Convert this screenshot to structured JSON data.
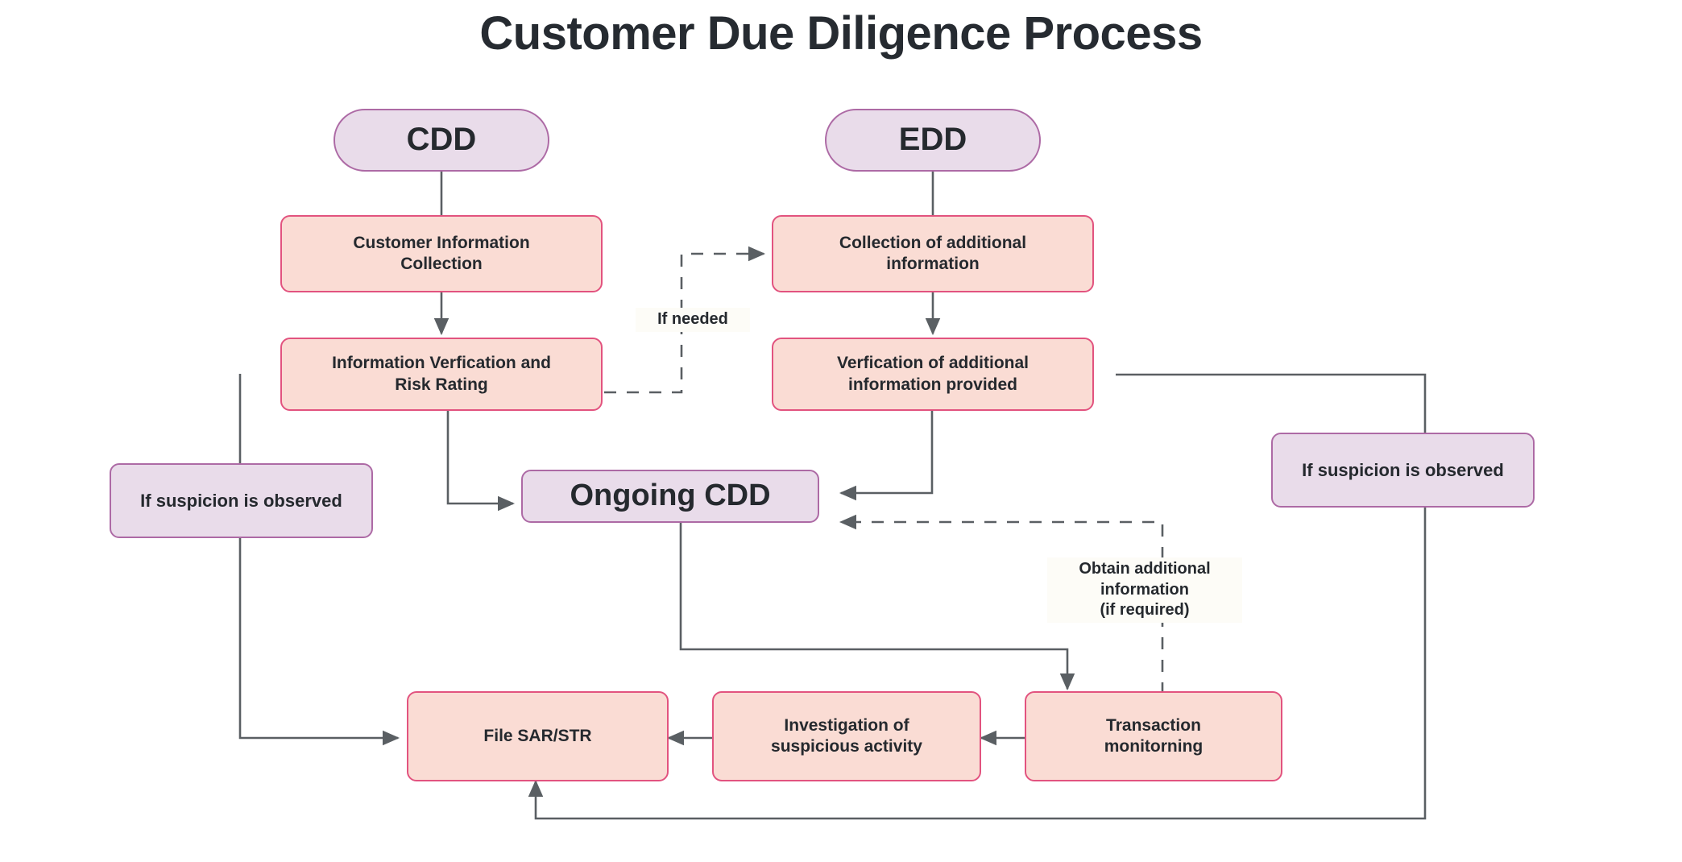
{
  "title": "Customer Due Diligence Process",
  "colors": {
    "process_fill": "#fadcd4",
    "process_border": "#e2537f",
    "decision_fill": "#e9dcea",
    "decision_border": "#ad6aa5",
    "edge": "#5a5f63",
    "text": "#25292e",
    "background": "#ffffff"
  },
  "nodes": {
    "cdd": "CDD",
    "edd": "EDD",
    "customer_information_collection": "Customer Information\nCollection",
    "information_verification_and_risk_rating": "Information Verfication and\nRisk Rating",
    "collection_of_additional_information": "Collection of additional\ninformation",
    "verification_of_additional_information_provided": "Verfication of additional\ninformation provided",
    "ongoing_cdd": "Ongoing CDD",
    "if_suspicion_is_observed_left": "If suspicion is observed",
    "if_suspicion_is_observed_right": "If suspicion is observed",
    "file_sar_str": "File SAR/STR",
    "investigation_of_suspicious_activity": "Investigation of\nsuspicious activity",
    "transaction_monitoring": "Transaction\nmonitorning"
  },
  "edge_labels": {
    "if_needed": "If needed",
    "obtain_additional_information": "Obtain additional\ninformation\n(if required)"
  },
  "chart_data": {
    "type": "diagram",
    "title": "Customer Due Diligence Process",
    "nodes": [
      {
        "id": "cdd",
        "label": "CDD",
        "shape": "pill",
        "style": "decision"
      },
      {
        "id": "edd",
        "label": "EDD",
        "shape": "pill",
        "style": "decision"
      },
      {
        "id": "customer_information_collection",
        "label": "Customer Information Collection",
        "shape": "rounded-rect",
        "style": "process"
      },
      {
        "id": "information_verification_and_risk_rating",
        "label": "Information Verfication and Risk Rating",
        "shape": "rounded-rect",
        "style": "process"
      },
      {
        "id": "collection_of_additional_information",
        "label": "Collection of additional information",
        "shape": "rounded-rect",
        "style": "process"
      },
      {
        "id": "verification_of_additional_information_provided",
        "label": "Verfication of additional information provided",
        "shape": "rounded-rect",
        "style": "process"
      },
      {
        "id": "ongoing_cdd",
        "label": "Ongoing CDD",
        "shape": "rounded-rect",
        "style": "decision"
      },
      {
        "id": "if_suspicion_is_observed_left",
        "label": "If suspicion is observed",
        "shape": "rounded-rect",
        "style": "decision"
      },
      {
        "id": "if_suspicion_is_observed_right",
        "label": "If suspicion is observed",
        "shape": "rounded-rect",
        "style": "decision"
      },
      {
        "id": "file_sar_str",
        "label": "File SAR/STR",
        "shape": "rounded-rect",
        "style": "process"
      },
      {
        "id": "investigation_of_suspicious_activity",
        "label": "Investigation of suspicious activity",
        "shape": "rounded-rect",
        "style": "process"
      },
      {
        "id": "transaction_monitoring",
        "label": "Transaction monitorning",
        "shape": "rounded-rect",
        "style": "process"
      }
    ],
    "edges": [
      {
        "from": "cdd",
        "to": "customer_information_collection",
        "style": "solid",
        "arrow": false
      },
      {
        "from": "customer_information_collection",
        "to": "information_verification_and_risk_rating",
        "style": "solid",
        "arrow": true
      },
      {
        "from": "edd",
        "to": "collection_of_additional_information",
        "style": "solid",
        "arrow": false
      },
      {
        "from": "collection_of_additional_information",
        "to": "verification_of_additional_information_provided",
        "style": "solid",
        "arrow": true
      },
      {
        "from": "information_verification_and_risk_rating",
        "to": "collection_of_additional_information",
        "style": "dashed",
        "arrow": true,
        "label": "If needed"
      },
      {
        "from": "information_verification_and_risk_rating",
        "to": "ongoing_cdd",
        "style": "solid",
        "arrow": true
      },
      {
        "from": "verification_of_additional_information_provided",
        "to": "ongoing_cdd",
        "style": "solid",
        "arrow": true
      },
      {
        "from": "information_verification_and_risk_rating",
        "to": "file_sar_str",
        "style": "solid",
        "arrow": true,
        "label": "If suspicion is observed"
      },
      {
        "from": "verification_of_additional_information_provided",
        "to": "file_sar_str",
        "style": "solid",
        "arrow": true,
        "label": "If suspicion is observed"
      },
      {
        "from": "ongoing_cdd",
        "to": "transaction_monitoring",
        "style": "solid",
        "arrow": true
      },
      {
        "from": "transaction_monitoring",
        "to": "investigation_of_suspicious_activity",
        "style": "solid",
        "arrow": true
      },
      {
        "from": "investigation_of_suspicious_activity",
        "to": "file_sar_str",
        "style": "solid",
        "arrow": true
      },
      {
        "from": "transaction_monitoring",
        "to": "ongoing_cdd",
        "style": "dashed",
        "arrow": true,
        "label": "Obtain additional information (if required)"
      }
    ]
  }
}
